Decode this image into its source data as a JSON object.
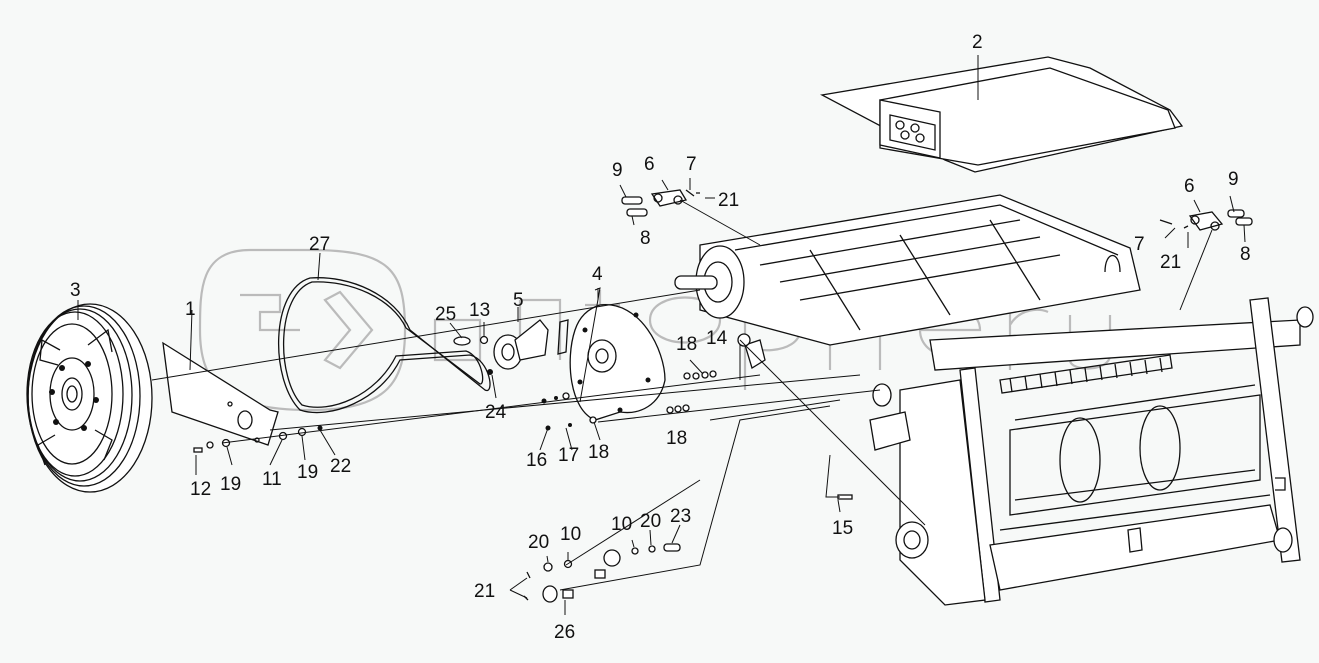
{
  "diagram": {
    "type": "exploded-parts-view",
    "watermark": "autopiter.ru",
    "colors": {
      "line": "#111111",
      "background": "#f7f9f8",
      "watermark": "#bbbbbb"
    },
    "callouts": [
      {
        "id": "c1",
        "label": "1"
      },
      {
        "id": "c2",
        "label": "2"
      },
      {
        "id": "c3",
        "label": "3"
      },
      {
        "id": "c4",
        "label": "4"
      },
      {
        "id": "c5",
        "label": "5"
      },
      {
        "id": "c6a",
        "label": "6"
      },
      {
        "id": "c6b",
        "label": "6"
      },
      {
        "id": "c7a",
        "label": "7"
      },
      {
        "id": "c7b",
        "label": "7"
      },
      {
        "id": "c8a",
        "label": "8"
      },
      {
        "id": "c8b",
        "label": "8"
      },
      {
        "id": "c9a",
        "label": "9"
      },
      {
        "id": "c9b",
        "label": "9"
      },
      {
        "id": "c10a",
        "label": "10"
      },
      {
        "id": "c10b",
        "label": "10"
      },
      {
        "id": "c11",
        "label": "11"
      },
      {
        "id": "c12",
        "label": "12"
      },
      {
        "id": "c13",
        "label": "13"
      },
      {
        "id": "c14",
        "label": "14"
      },
      {
        "id": "c15",
        "label": "15"
      },
      {
        "id": "c16",
        "label": "16"
      },
      {
        "id": "c17",
        "label": "17"
      },
      {
        "id": "c18a",
        "label": "18"
      },
      {
        "id": "c18b",
        "label": "18"
      },
      {
        "id": "c18c",
        "label": "18"
      },
      {
        "id": "c19a",
        "label": "19"
      },
      {
        "id": "c19b",
        "label": "19"
      },
      {
        "id": "c20a",
        "label": "20"
      },
      {
        "id": "c20b",
        "label": "20"
      },
      {
        "id": "c21a",
        "label": "21"
      },
      {
        "id": "c21b",
        "label": "21"
      },
      {
        "id": "c21c",
        "label": "21"
      },
      {
        "id": "c22",
        "label": "22"
      },
      {
        "id": "c23",
        "label": "23"
      },
      {
        "id": "c24",
        "label": "24"
      },
      {
        "id": "c25",
        "label": "25"
      },
      {
        "id": "c26",
        "label": "26"
      },
      {
        "id": "c27",
        "label": "27"
      }
    ]
  }
}
